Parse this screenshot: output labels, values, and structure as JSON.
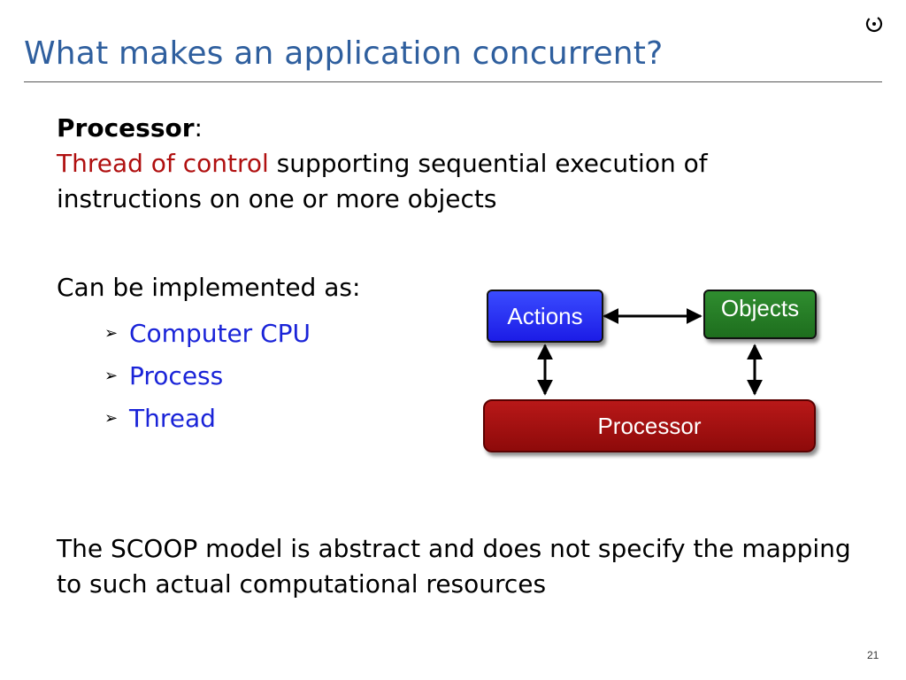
{
  "slide": {
    "title": "What makes an application concurrent?",
    "page_number": "21"
  },
  "definition": {
    "term": "Processor",
    "colon": ":",
    "highlight": "Thread of control",
    "rest": " supporting sequential execution of instructions on one or more objects"
  },
  "implementation": {
    "intro": "Can be implemented as:",
    "items": [
      "Computer CPU",
      "Process",
      "Thread"
    ]
  },
  "diagram": {
    "actions_label": "Actions",
    "objects_label": "Objects",
    "processor_label": "Processor",
    "colors": {
      "actions": "#1c1ce6",
      "objects": "#1e6e1e",
      "processor": "#a01010"
    }
  },
  "conclusion": "The SCOOP model is abstract and does not specify the mapping to such actual computational resources"
}
